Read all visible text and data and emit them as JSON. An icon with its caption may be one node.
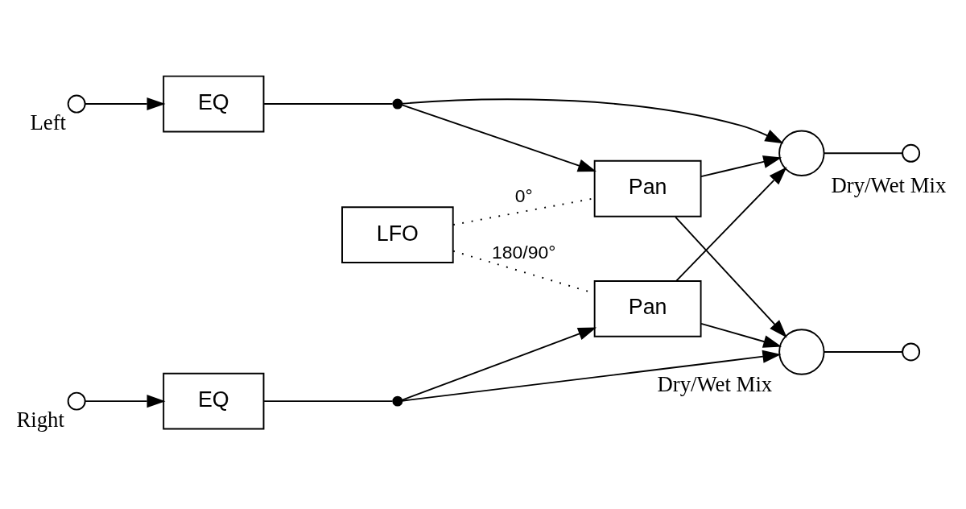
{
  "diagram": {
    "nodes": [
      {
        "text": [],
        "shape": "circle",
        "beside": [
          "Left"
        ]
      },
      {
        "text": [
          "EQ"
        ]
      },
      {
        "text": [],
        "shape": "dot"
      },
      {
        "text": [],
        "shape": "circle",
        "beside": [
          "Dry/Wet Mix"
        ]
      },
      {
        "text": [],
        "shape": "circle"
      },
      {
        "text": [
          "Pan"
        ]
      },
      {
        "text": [
          "LFO"
        ]
      },
      {
        "text": [
          "Pan"
        ]
      },
      {
        "text": [],
        "shape": "circle",
        "beside": [
          "Right"
        ]
      },
      {
        "text": [
          "EQ"
        ]
      },
      {
        "text": [],
        "shape": "dot"
      },
      {
        "text": [],
        "shape": "circle",
        "beside": [
          "Dry/Wet Mix"
        ]
      },
      {
        "text": [],
        "shape": "circle"
      }
    ],
    "edges": [
      {
        "from": 0,
        "to": 1,
        "arrow": "to"
      },
      {
        "from": 1,
        "to": 2,
        "arrow": "none"
      },
      {
        "from": 2,
        "to": 3,
        "arrow": "to"
      },
      {
        "from": 2,
        "to": 5,
        "arrow": "to"
      },
      {
        "from": 5,
        "to": 3,
        "arrow": "to"
      },
      {
        "from": 5,
        "to": 11,
        "arrow": "to"
      },
      {
        "from": 7,
        "to": 3,
        "arrow": "to"
      },
      {
        "from": 7,
        "to": 11,
        "arrow": "to"
      },
      {
        "from": 3,
        "to": 4,
        "arrow": "none"
      },
      {
        "from": 8,
        "to": 9,
        "arrow": "to"
      },
      {
        "from": 9,
        "to": 10,
        "arrow": "none"
      },
      {
        "from": 10,
        "to": 11,
        "arrow": "to"
      },
      {
        "from": 10,
        "to": 7,
        "arrow": "to"
      },
      {
        "from": 11,
        "to": 12,
        "arrow": "none"
      },
      {
        "from": 6,
        "to": 5,
        "arrow": "none",
        "style": "dashed",
        "label": "0°"
      },
      {
        "from": 6,
        "to": 7,
        "arrow": "none",
        "style": "dashed",
        "label": "180/90°"
      }
    ]
  }
}
